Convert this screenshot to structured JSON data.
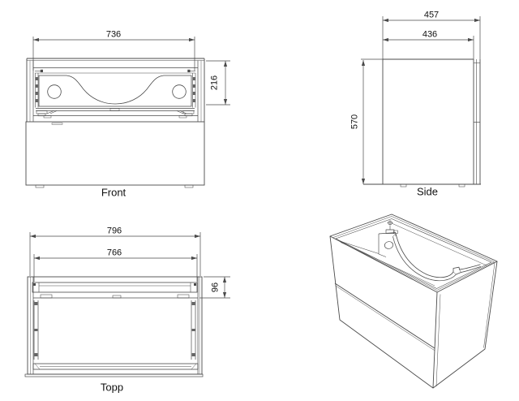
{
  "document": {
    "type": "furniture-technical-drawing"
  },
  "colors": {
    "line": "#4a4a4a",
    "text": "#111111",
    "background": "#ffffff"
  },
  "views": {
    "front": {
      "label": "Front",
      "width": "736",
      "drawer_height": "216"
    },
    "side": {
      "label": "Side",
      "depth_overall": "457",
      "depth_carcass": "436",
      "height": "570"
    },
    "top": {
      "label": "Topp",
      "width_overall": "796",
      "width_inner": "766",
      "front_depth": "96"
    },
    "isometric": {
      "label": ""
    }
  }
}
